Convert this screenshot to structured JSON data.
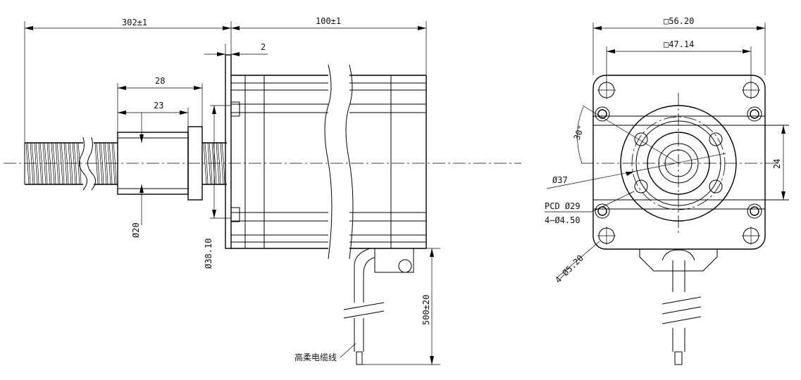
{
  "side_view": {
    "dims": {
      "overall_length": "302±1",
      "motor_length": "100±1",
      "flange_thickness": "2",
      "nut_length": "28",
      "nut_body_length": "23",
      "screw_diameter": "Ø20",
      "flange_diameter": "Ø38.10",
      "cable_length": "500±20"
    },
    "cable_label": "高柔电缆线"
  },
  "front_view": {
    "dims": {
      "square_outer": "□56.20",
      "square_inner": "□47.14",
      "angle": "30°",
      "boss_diameter": "Ø37",
      "pcd": "PCD Ø29",
      "holes_small": "4—Ø4.50",
      "holes_corner": "4—Ø5.20",
      "height": "24"
    }
  }
}
